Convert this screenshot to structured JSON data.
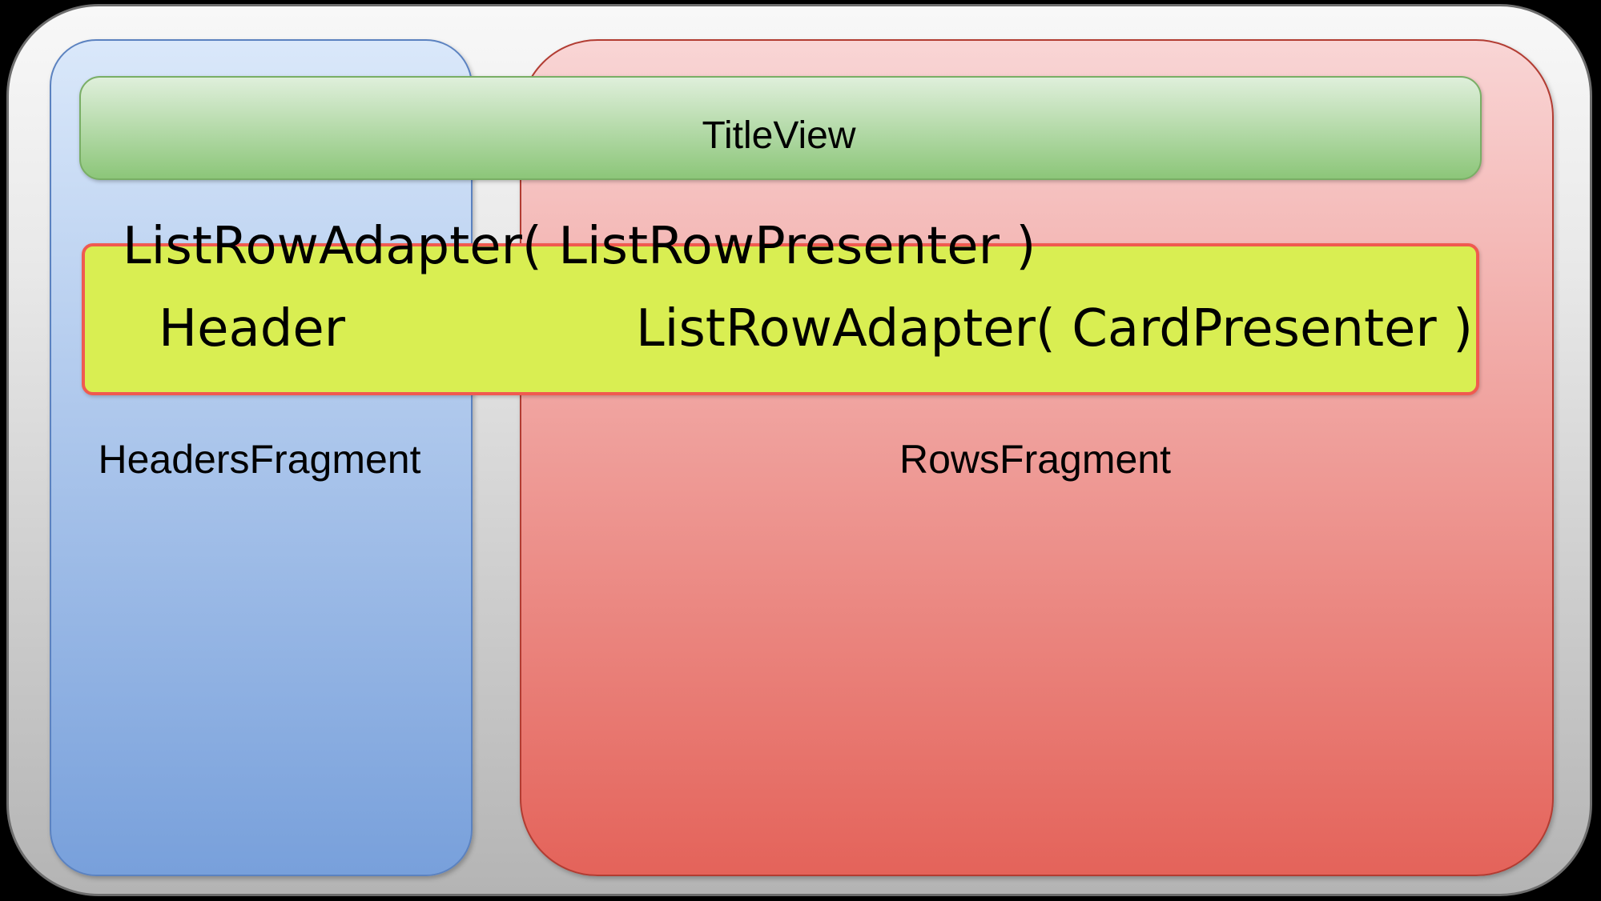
{
  "diagram": {
    "title_bar": {
      "label": "TitleView"
    },
    "headers_panel": {
      "label": "HeadersFragment"
    },
    "rows_panel": {
      "label": "RowsFragment"
    },
    "list_row_adapter_text": "ListRowAdapter( ListRowPresenter )",
    "adapter_box": {
      "header_label": "Header",
      "card_adapter_text": "ListRowAdapter( CardPresenter )"
    }
  },
  "colors": {
    "page_bg": "#000000",
    "stage_top": "#f8f8f8",
    "stage_bottom": "#b4b4b4",
    "stage_border": "#6d6d6d",
    "blue_top": "#dae8fa",
    "blue_bottom": "#78a0db",
    "blue_border": "#5b82c0",
    "red_top": "#f9d5d5",
    "red_bottom": "#e4635a",
    "red_border": "#b23c32",
    "green_top": "#dfefdb",
    "green_bottom": "#8cc679",
    "green_border": "#79ae65",
    "yellow_fill": "#d9ee52",
    "yellow_border": "#f05a50",
    "text": "#000000"
  }
}
